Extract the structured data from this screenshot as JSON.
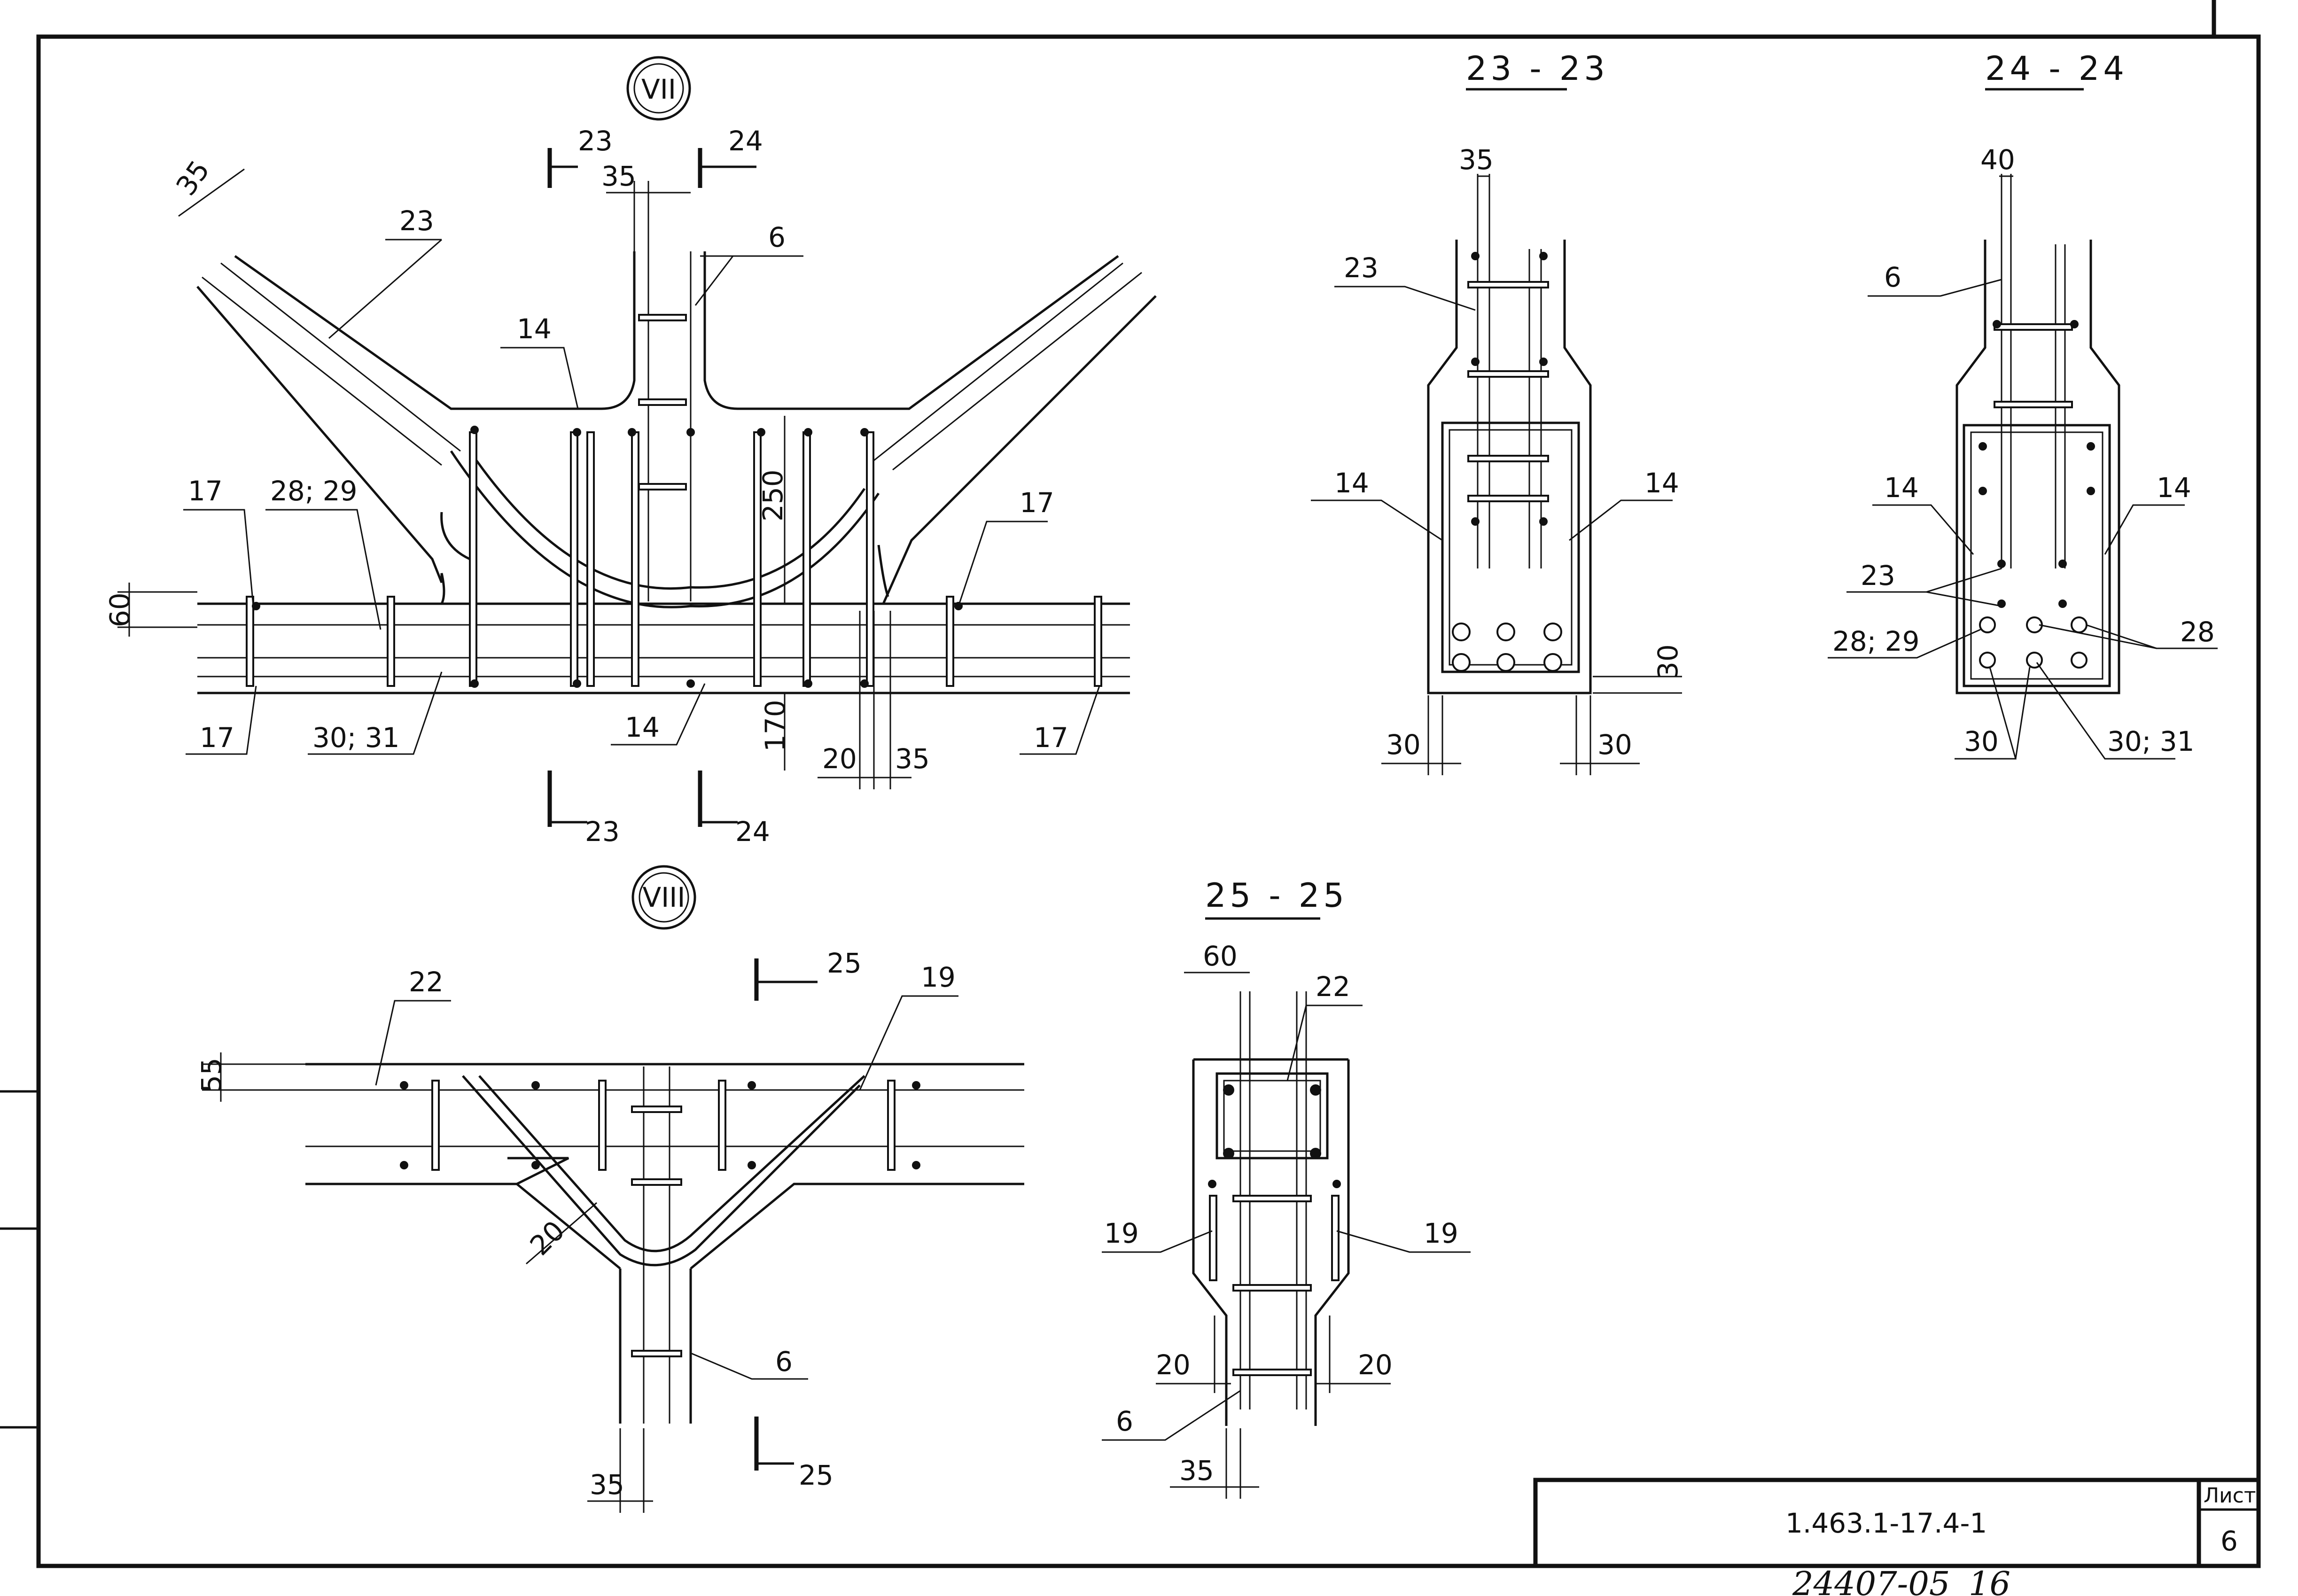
{
  "sheet": {
    "code": "1.463.1-17.4-1",
    "sheet_label": "Лист",
    "sheet_number": "6",
    "archive": "24407-05",
    "archive_page": "16"
  },
  "node7": {
    "mark": "VII",
    "labels": {
      "bar23": "23",
      "bar6": "6",
      "bar14_top": "14",
      "bar17_tl": "17",
      "bar2829": "28; 29",
      "bar17_tr": "17",
      "bar17_bl": "17",
      "bar3031": "30; 31",
      "bar14_bot": "14",
      "bar17_br": "17"
    },
    "dims": {
      "d35_top": "35",
      "d35_diag": "35",
      "d250": "250",
      "d60": "60",
      "d170": "170",
      "d20": "20",
      "d35_b": "35"
    },
    "cuts": {
      "c23_top": "23",
      "c24_top": "24",
      "c23_bot": "23",
      "c24_bot": "24"
    }
  },
  "sec2323": {
    "title": "23 - 23",
    "labels": {
      "bar23": "23",
      "bar14_l": "14",
      "bar14_r": "14"
    },
    "dims": {
      "d35": "35",
      "d30_l": "30",
      "d30_r": "30",
      "d30_v": "30"
    }
  },
  "sec2424": {
    "title": "24 - 24",
    "labels": {
      "bar6": "6",
      "bar14_l": "14",
      "bar14_r": "14",
      "bar23": "23",
      "bar2829": "28; 29",
      "bar28": "28",
      "bar30": "30",
      "bar3031": "30; 31"
    },
    "dims": {
      "d40": "40"
    }
  },
  "node8": {
    "mark": "VIII",
    "labels": {
      "bar22": "22",
      "bar19": "19",
      "bar6": "6"
    },
    "dims": {
      "d55": "55",
      "d20": "20",
      "d35": "35"
    },
    "cuts": {
      "c25_top": "25",
      "c25_bot": "25"
    }
  },
  "sec2525": {
    "title": "25 - 25",
    "labels": {
      "bar22": "22",
      "bar19_l": "19",
      "bar19_r": "19",
      "bar6": "6"
    },
    "dims": {
      "d60": "60",
      "d20_l": "20",
      "d20_r": "20",
      "d35": "35"
    }
  }
}
